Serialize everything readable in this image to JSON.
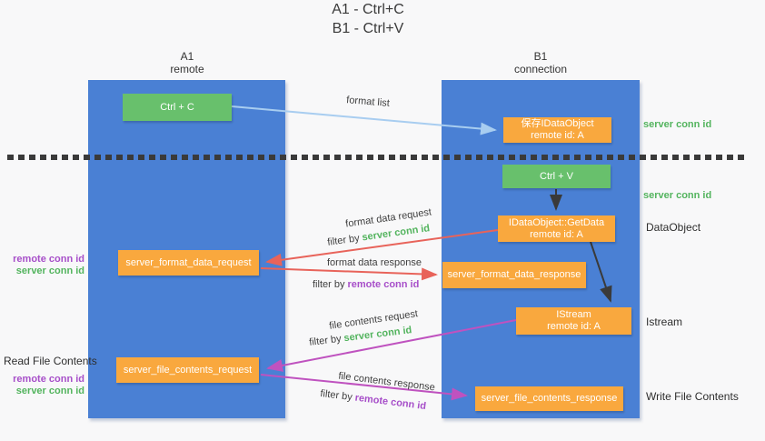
{
  "title": {
    "line1": "A1 - Ctrl+C",
    "line2": "B1 - Ctrl+V"
  },
  "lanes": {
    "left": {
      "name": "A1",
      "subtitle": "remote"
    },
    "right": {
      "name": "B1",
      "subtitle": "connection"
    }
  },
  "boxes": {
    "ctrl_c": "Ctrl + C",
    "ctrl_v": "Ctrl + V",
    "save_idataobject": {
      "line1": "保存IDataObject",
      "line2": "remote id: A"
    },
    "getdata": {
      "line1": "IDataObject::GetData",
      "line2": "remote id: A"
    },
    "istream": {
      "line1": "IStream",
      "line2": "remote id: A"
    },
    "format_request": "server_format_data_request",
    "format_response": "server_format_data_response",
    "file_request": "server_file_contents_request",
    "file_response": "server_file_contents_response"
  },
  "arrow_labels": {
    "format_list": "format list",
    "format_data_request": "format data request",
    "format_data_response": "format data response",
    "file_contents_request": "file contents request",
    "file_contents_response": "file contents response",
    "filter_by": "filter by"
  },
  "side_labels": {
    "server_conn_id": "server conn id",
    "remote_conn_id": "remote conn id",
    "dataobject": "DataObject",
    "istream": "Istream",
    "read_file_contents": "Read File Contents",
    "write_file_contents": "Write File Contents"
  },
  "colors": {
    "lane_blue": "#4a80d4",
    "green_box": "#68c06c",
    "orange_box": "#f9a83e",
    "green_text": "#53b45e",
    "purple_text": "#a74fc9",
    "red_arrow": "#e8635a",
    "magenta_arrow": "#bf52bf",
    "light_blue_arrow": "#a8cdf0",
    "divider": "#3a3a3a",
    "background": "#f8f8f9"
  }
}
